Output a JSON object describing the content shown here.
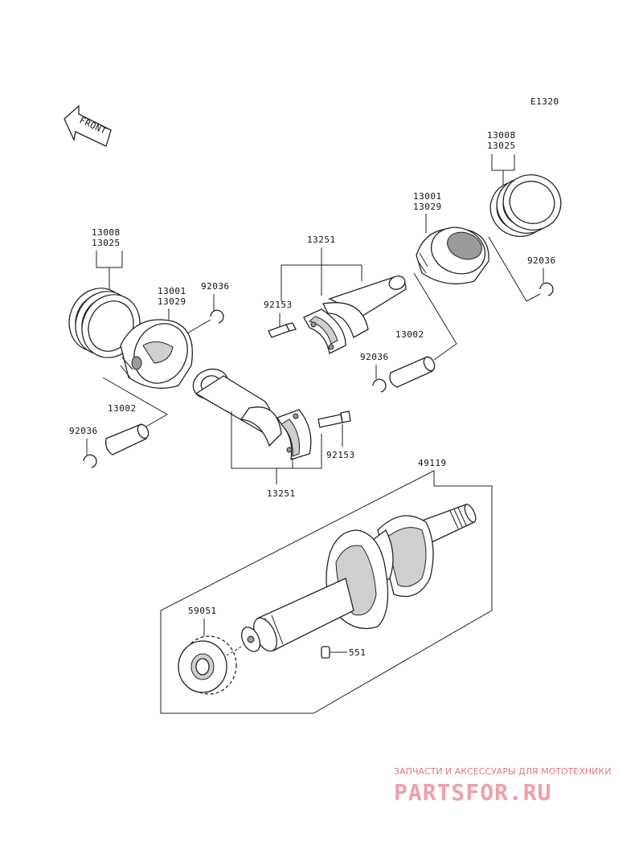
{
  "diagram_code": "E1320",
  "front_label": "FRONT",
  "labels": {
    "rings_left": [
      "13008",
      "13025"
    ],
    "piston_left": [
      "13001",
      "13029"
    ],
    "clip_left_upper": "92036",
    "pin_left": "13002",
    "clip_left_lower": "92036",
    "conrod_upper": "13251",
    "bolt_upper": "92153",
    "piston_right": [
      "13001",
      "13029"
    ],
    "rings_right": [
      "13008",
      "13025"
    ],
    "clip_right_upper": "92036",
    "pin_right": "13002",
    "clip_right_lower": "92036",
    "bolt_lower": "92153",
    "conrod_lower": "13251",
    "crankshaft": "49119",
    "gear": "59051",
    "dowel": "551"
  },
  "watermark": {
    "tagline": "ЗАПЧАСТИ И АКСЕССУАРЫ ДЛЯ МОТОТЕХНИКИ",
    "brand": "PARTSFOR.RU"
  }
}
